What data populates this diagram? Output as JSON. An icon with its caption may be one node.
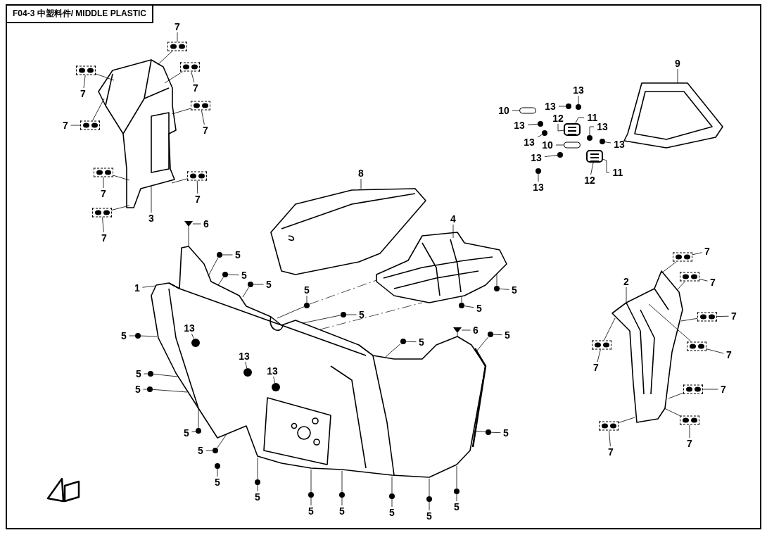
{
  "diagram": {
    "title": "F04-3 中塑料件/ MIDDLE PLASTIC",
    "nodes": [
      {
        "text": [
          "7"
        ]
      },
      {
        "text": [
          "7"
        ]
      },
      {
        "text": [
          "7"
        ]
      },
      {
        "text": [
          "7"
        ]
      },
      {
        "text": [
          "7"
        ]
      },
      {
        "text": [
          "7"
        ]
      },
      {
        "text": [
          "7"
        ]
      },
      {
        "text": [
          "7"
        ]
      },
      {
        "text": [
          "3"
        ]
      },
      {
        "text": [
          "2"
        ]
      },
      {
        "text": [
          "7"
        ]
      },
      {
        "text": [
          "7"
        ]
      },
      {
        "text": [
          "7"
        ]
      },
      {
        "text": [
          "7"
        ]
      },
      {
        "text": [
          "7"
        ]
      },
      {
        "text": [
          "7"
        ]
      },
      {
        "text": [
          "7"
        ]
      },
      {
        "text": [
          "7"
        ]
      },
      {
        "text": [
          "9"
        ]
      },
      {
        "text": [
          "13"
        ]
      },
      {
        "text": [
          "10"
        ]
      },
      {
        "text": [
          "13"
        ]
      },
      {
        "text": [
          "12"
        ]
      },
      {
        "text": [
          "11"
        ]
      },
      {
        "text": [
          "13"
        ]
      },
      {
        "text": [
          "13"
        ]
      },
      {
        "text": [
          "13"
        ]
      },
      {
        "text": [
          "10"
        ]
      },
      {
        "text": [
          "13"
        ]
      },
      {
        "text": [
          "13"
        ]
      },
      {
        "text": [
          "11"
        ]
      },
      {
        "text": [
          "12"
        ]
      },
      {
        "text": [
          "13"
        ]
      },
      {
        "text": [
          "8"
        ]
      },
      {
        "text": [
          "4"
        ]
      },
      {
        "text": [
          "6"
        ]
      },
      {
        "text": [
          "1"
        ]
      },
      {
        "text": [
          "5"
        ]
      },
      {
        "text": [
          "5"
        ]
      },
      {
        "text": [
          "5"
        ]
      },
      {
        "text": [
          "5"
        ]
      },
      {
        "text": [
          "5"
        ]
      },
      {
        "text": [
          "5"
        ]
      },
      {
        "text": [
          "5"
        ]
      },
      {
        "text": [
          "5"
        ]
      },
      {
        "text": [
          "13"
        ]
      },
      {
        "text": [
          "6"
        ]
      },
      {
        "text": [
          "5"
        ]
      },
      {
        "text": [
          "5"
        ]
      },
      {
        "text": [
          "13"
        ]
      },
      {
        "text": [
          "13"
        ]
      },
      {
        "text": [
          "5"
        ]
      },
      {
        "text": [
          "5"
        ]
      },
      {
        "text": [
          "5"
        ]
      },
      {
        "text": [
          "5"
        ]
      },
      {
        "text": [
          "5"
        ]
      },
      {
        "text": [
          "5"
        ]
      },
      {
        "text": [
          "5"
        ]
      },
      {
        "text": [
          "5"
        ]
      },
      {
        "text": [
          "5"
        ]
      },
      {
        "text": [
          "5"
        ]
      },
      {
        "text": [
          "5"
        ]
      },
      {
        "text": [
          "5"
        ]
      },
      {
        "text": [],
        "shape": "box"
      },
      {
        "text": [],
        "shape": "box"
      },
      {
        "text": [],
        "shape": "box"
      },
      {
        "text": [],
        "shape": "box"
      },
      {
        "text": [],
        "shape": "box"
      },
      {
        "text": [],
        "shape": "box"
      },
      {
        "text": [],
        "shape": "box"
      },
      {
        "text": [],
        "shape": "box"
      },
      {
        "text": [],
        "shape": "box"
      },
      {
        "text": [],
        "shape": "box"
      },
      {
        "text": [],
        "shape": "box"
      },
      {
        "text": [],
        "shape": "box"
      },
      {
        "text": [],
        "shape": "box"
      },
      {
        "text": [],
        "shape": "box"
      },
      {
        "text": [],
        "shape": "box"
      },
      {
        "text": [],
        "shape": "box"
      },
      {
        "text": [],
        "shape": "circle"
      },
      {
        "text": [],
        "shape": "cylinder"
      },
      {
        "text": [],
        "shape": "circle"
      },
      {
        "text": [],
        "shape": "block"
      },
      {
        "text": [],
        "shape": "circle"
      },
      {
        "text": [],
        "shape": "circle"
      },
      {
        "text": [],
        "shape": "circle"
      },
      {
        "text": [],
        "shape": "cylinder"
      },
      {
        "text": [],
        "shape": "circle"
      },
      {
        "text": [],
        "shape": "circle"
      },
      {
        "text": [],
        "shape": "block"
      },
      {
        "text": [],
        "shape": "circle"
      },
      {
        "text": [],
        "shape": "triangle"
      },
      {
        "text": [],
        "shape": "circle"
      },
      {
        "text": [],
        "shape": "circle"
      },
      {
        "text": [],
        "shape": "circle"
      },
      {
        "text": [],
        "shape": "circle"
      },
      {
        "text": [],
        "shape": "circle"
      },
      {
        "text": [],
        "shape": "circle"
      },
      {
        "text": [],
        "shape": "circle"
      },
      {
        "text": [],
        "shape": "circle"
      },
      {
        "text": [],
        "shape": "circle"
      },
      {
        "text": [],
        "shape": "triangle"
      },
      {
        "text": [],
        "shape": "circle"
      },
      {
        "text": [],
        "shape": "circle"
      },
      {
        "text": [],
        "shape": "circle"
      },
      {
        "text": [],
        "shape": "circle"
      },
      {
        "text": [],
        "shape": "circle"
      },
      {
        "text": [],
        "shape": "circle"
      },
      {
        "text": [],
        "shape": "circle"
      },
      {
        "text": [],
        "shape": "circle"
      },
      {
        "text": [],
        "shape": "circle"
      },
      {
        "text": [],
        "shape": "circle"
      },
      {
        "text": [],
        "shape": "circle"
      },
      {
        "text": [],
        "shape": "circle"
      },
      {
        "text": [],
        "shape": "circle"
      },
      {
        "text": [],
        "shape": "circle"
      },
      {
        "text": [],
        "shape": "circle"
      },
      {
        "text": [],
        "shape": "circle"
      }
    ],
    "edges": [
      {
        "from": 0,
        "to": 63,
        "arrow": "none"
      },
      {
        "from": 1,
        "to": 64,
        "arrow": "none"
      },
      {
        "from": 2,
        "to": 65,
        "arrow": "none"
      },
      {
        "from": 3,
        "to": 66,
        "arrow": "none"
      },
      {
        "from": 4,
        "to": 67,
        "arrow": "none"
      },
      {
        "from": 5,
        "to": 68,
        "arrow": "none"
      },
      {
        "from": 6,
        "to": 69,
        "arrow": "none"
      },
      {
        "from": 7,
        "to": 70,
        "arrow": "none"
      },
      {
        "from": 8,
        "to": null,
        "arrow": "none"
      },
      {
        "from": 9,
        "to": null,
        "arrow": "none"
      },
      {
        "from": 10,
        "to": 71,
        "arrow": "none"
      },
      {
        "from": 11,
        "to": 72,
        "arrow": "none"
      },
      {
        "from": 12,
        "to": 73,
        "arrow": "none"
      },
      {
        "from": 13,
        "to": 74,
        "arrow": "none"
      },
      {
        "from": 14,
        "to": 75,
        "arrow": "none"
      },
      {
        "from": 15,
        "to": 76,
        "arrow": "none"
      },
      {
        "from": 16,
        "to": 77,
        "arrow": "none"
      },
      {
        "from": 17,
        "to": 78,
        "arrow": "none"
      },
      {
        "from": 18,
        "to": null,
        "arrow": "none"
      },
      {
        "from": 19,
        "to": 79,
        "arrow": "none"
      },
      {
        "from": 20,
        "to": 80,
        "arrow": "none"
      },
      {
        "from": 21,
        "to": 81,
        "arrow": "none"
      },
      {
        "from": 22,
        "to": 82,
        "arrow": "none"
      },
      {
        "from": 23,
        "to": 82,
        "arrow": "none"
      },
      {
        "from": 24,
        "to": 83,
        "arrow": "none"
      },
      {
        "from": 25,
        "to": 84,
        "arrow": "none"
      },
      {
        "from": 26,
        "to": 85,
        "arrow": "none"
      },
      {
        "from": 27,
        "to": 86,
        "arrow": "none"
      },
      {
        "from": 28,
        "to": 87,
        "arrow": "none"
      },
      {
        "from": 29,
        "to": 88,
        "arrow": "none"
      },
      {
        "from": 30,
        "to": 89,
        "arrow": "none"
      },
      {
        "from": 31,
        "to": 89,
        "arrow": "none"
      },
      {
        "from": 32,
        "to": 90,
        "arrow": "none"
      },
      {
        "from": 33,
        "to": null,
        "arrow": "none"
      },
      {
        "from": 34,
        "to": null,
        "arrow": "none"
      },
      {
        "from": 35,
        "to": 91,
        "arrow": "none"
      },
      {
        "from": 36,
        "to": null,
        "arrow": "none"
      },
      {
        "from": 37,
        "to": 92,
        "arrow": "none"
      },
      {
        "from": 38,
        "to": 93,
        "arrow": "none"
      },
      {
        "from": 39,
        "to": 94,
        "arrow": "none"
      },
      {
        "from": 40,
        "to": 95,
        "arrow": "none"
      },
      {
        "from": 41,
        "to": 96,
        "arrow": "none"
      },
      {
        "from": 42,
        "to": 97,
        "arrow": "none"
      },
      {
        "from": 43,
        "to": 98,
        "arrow": "none"
      },
      {
        "from": 44,
        "to": 99,
        "arrow": "none"
      },
      {
        "from": 45,
        "to": 100,
        "arrow": "none"
      },
      {
        "from": 46,
        "to": 101,
        "arrow": "none"
      },
      {
        "from": 47,
        "to": 102,
        "arrow": "none"
      },
      {
        "from": 48,
        "to": 103,
        "arrow": "none"
      },
      {
        "from": 49,
        "to": 104,
        "arrow": "none"
      },
      {
        "from": 50,
        "to": 105,
        "arrow": "none"
      },
      {
        "from": 51,
        "to": 106,
        "arrow": "none"
      },
      {
        "from": 52,
        "to": 107,
        "arrow": "none"
      },
      {
        "from": 53,
        "to": 108,
        "arrow": "none"
      },
      {
        "from": 54,
        "to": 109,
        "arrow": "none"
      },
      {
        "from": 55,
        "to": 110,
        "arrow": "none"
      },
      {
        "from": 56,
        "to": 111,
        "arrow": "none"
      },
      {
        "from": 57,
        "to": 112,
        "arrow": "none"
      },
      {
        "from": 58,
        "to": 113,
        "arrow": "none"
      },
      {
        "from": 59,
        "to": 114,
        "arrow": "none"
      },
      {
        "from": 60,
        "to": 115,
        "arrow": "none"
      },
      {
        "from": 61,
        "to": 116,
        "arrow": "none"
      },
      {
        "from": 62,
        "to": 117,
        "arrow": "none"
      },
      {
        "from": 63,
        "to": null,
        "arrow": "none"
      },
      {
        "from": 64,
        "to": null,
        "arrow": "none"
      },
      {
        "from": 65,
        "to": null,
        "arrow": "none"
      },
      {
        "from": 66,
        "to": null,
        "arrow": "none"
      },
      {
        "from": 67,
        "to": null,
        "arrow": "none"
      },
      {
        "from": 68,
        "to": null,
        "arrow": "none"
      },
      {
        "from": 69,
        "to": null,
        "arrow": "none"
      },
      {
        "from": 70,
        "to": null,
        "arrow": "none"
      },
      {
        "from": 71,
        "to": null,
        "arrow": "none"
      },
      {
        "from": 72,
        "to": null,
        "arrow": "none"
      },
      {
        "from": 73,
        "to": null,
        "arrow": "none"
      },
      {
        "from": 74,
        "to": null,
        "arrow": "none"
      },
      {
        "from": 75,
        "to": null,
        "arrow": "none"
      },
      {
        "from": 76,
        "to": null,
        "arrow": "none"
      },
      {
        "from": 77,
        "to": null,
        "arrow": "none"
      },
      {
        "from": 78,
        "to": null,
        "arrow": "none"
      },
      {
        "from": 91,
        "to": null,
        "arrow": "none"
      },
      {
        "from": 92,
        "to": null,
        "arrow": "none"
      },
      {
        "from": 93,
        "to": null,
        "arrow": "none"
      },
      {
        "from": 94,
        "to": null,
        "arrow": "none"
      },
      {
        "from": 95,
        "to": null,
        "arrow": "none"
      },
      {
        "from": 96,
        "to": null,
        "arrow": "none"
      },
      {
        "from": 97,
        "to": null,
        "arrow": "none"
      },
      {
        "from": 98,
        "to": null,
        "arrow": "none"
      },
      {
        "from": 99,
        "to": null,
        "arrow": "none"
      },
      {
        "from": 101,
        "to": null,
        "arrow": "none"
      },
      {
        "from": 102,
        "to": null,
        "arrow": "none"
      },
      {
        "from": 103,
        "to": null,
        "arrow": "none"
      },
      {
        "from": 106,
        "to": null,
        "arrow": "none"
      },
      {
        "from": 107,
        "to": null,
        "arrow": "none"
      },
      {
        "from": 108,
        "to": null,
        "arrow": "none"
      },
      {
        "from": 109,
        "to": null,
        "arrow": "none"
      },
      {
        "from": 110,
        "to": null,
        "arrow": "none"
      },
      {
        "from": 112,
        "to": null,
        "arrow": "none"
      },
      {
        "from": 113,
        "to": null,
        "arrow": "none"
      },
      {
        "from": 114,
        "to": null,
        "arrow": "none"
      },
      {
        "from": 115,
        "to": null,
        "arrow": "none"
      },
      {
        "from": 116,
        "to": null,
        "arrow": "none"
      },
      {
        "from": 117,
        "to": null,
        "arrow": "none"
      }
    ]
  }
}
